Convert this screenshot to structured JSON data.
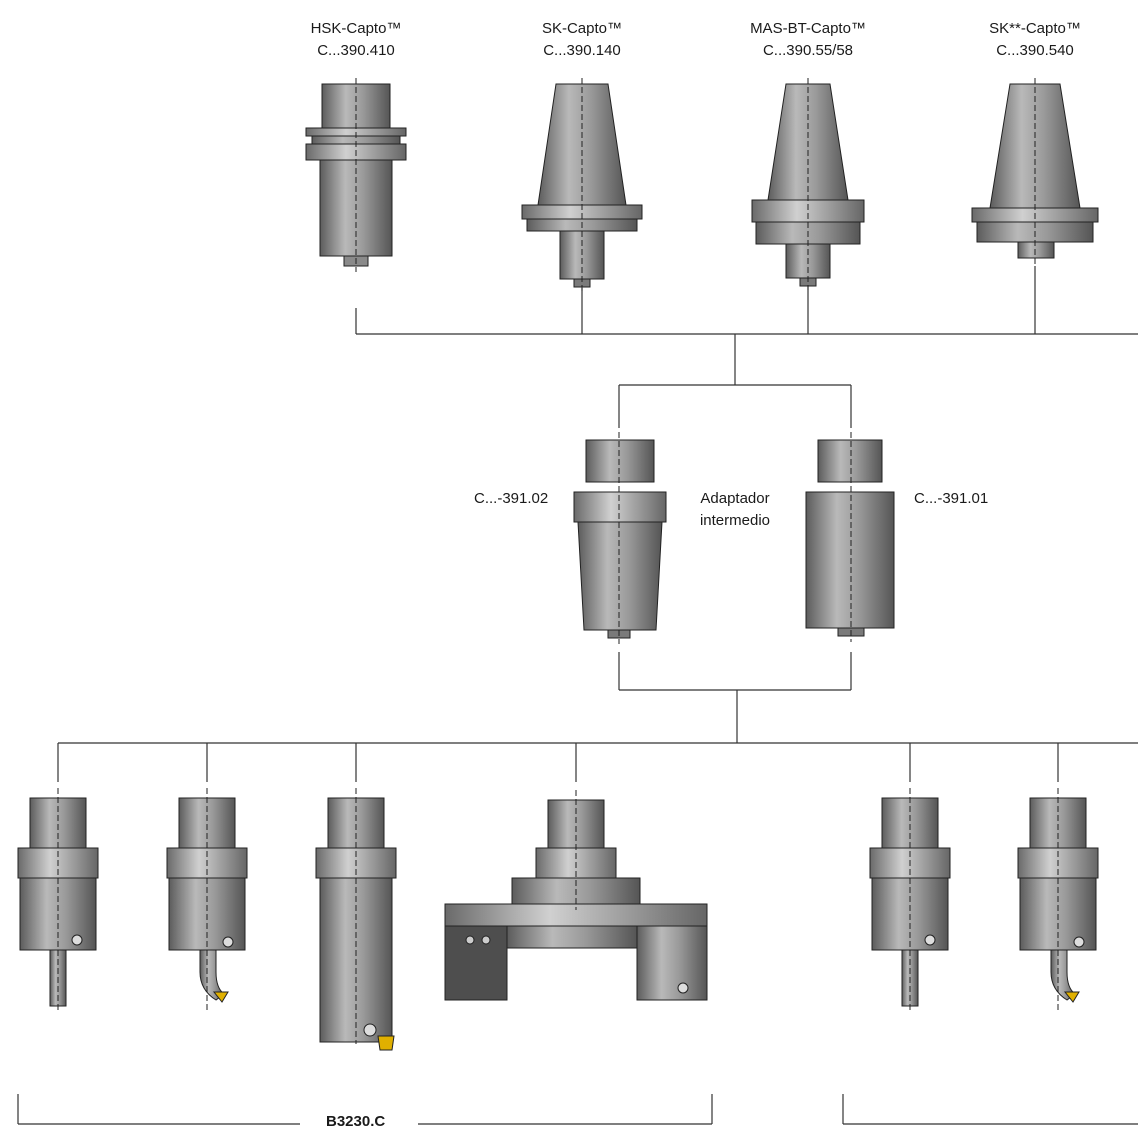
{
  "spindle_adapters": [
    {
      "name": "HSK-Capto™",
      "code": "C...390.410"
    },
    {
      "name": "SK-Capto™",
      "code": "C...390.140"
    },
    {
      "name": "MAS-BT-Capto™",
      "code": "C...390.55/58"
    },
    {
      "name": "SK**-Capto™",
      "code": "C...390.540"
    }
  ],
  "intermediate": {
    "left_code": "C...-391.02",
    "label_line1": "Adaptador",
    "label_line2": "intermedio",
    "right_code": "C...-391.01"
  },
  "groups": {
    "left_label": "B3230.C",
    "right_label": ""
  },
  "colors": {
    "line": "#333333",
    "tool_dark": "#6b6b6b",
    "tool_mid": "#9c9c9c",
    "tool_light": "#c9c9c9",
    "insert": "#e0b000"
  }
}
